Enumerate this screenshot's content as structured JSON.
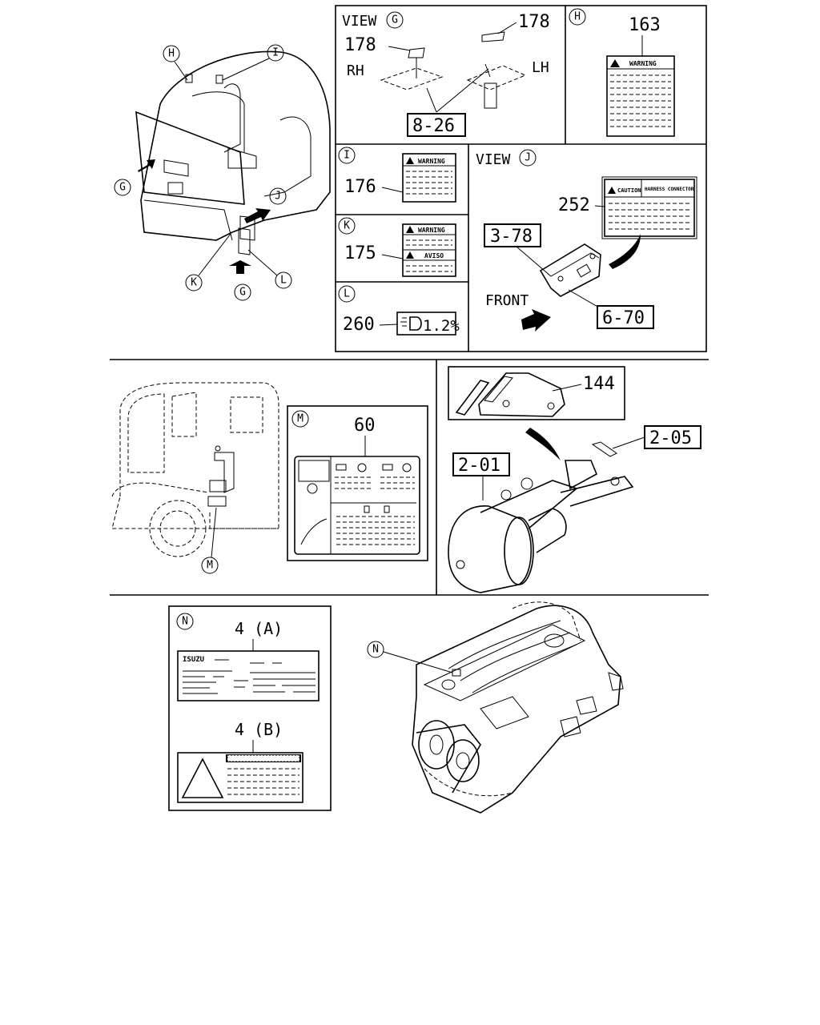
{
  "view_g": {
    "title": "VIEW",
    "letter": "G",
    "part_a": "178",
    "part_b": "178",
    "rh": "RH",
    "lh": "LH",
    "ref": "8-26"
  },
  "view_h": {
    "letter": "H",
    "part": "163",
    "warning": "WARNING"
  },
  "view_i": {
    "letter": "I",
    "part": "176",
    "warning": "WARNING"
  },
  "view_k": {
    "letter": "K",
    "part": "175",
    "warning": "WARNING",
    "aviso": "AVISO"
  },
  "view_l": {
    "letter": "L",
    "part": "260",
    "percent": "1.2%"
  },
  "view_j": {
    "title": "VIEW",
    "letter": "J",
    "part": "252",
    "caution": "CAUTION",
    "harness": "HARNESS CONNECTOR",
    "ref_a": "3-78",
    "ref_b": "6-70",
    "front": "FRONT"
  },
  "cab_callouts": {
    "h": "H",
    "i": "I",
    "g1": "G",
    "j": "J",
    "k": "K",
    "l": "L",
    "g2": "G"
  },
  "view_m": {
    "letter": "M",
    "part": "60",
    "callout": "M"
  },
  "booster": {
    "part_bracket": "144",
    "ref_bolt": "2-05",
    "ref_booster": "2-01"
  },
  "view_n": {
    "letter": "N",
    "part_a": "4 (A)",
    "part_b": "4 (B)",
    "brand": "ISUZU",
    "callout": "N"
  }
}
